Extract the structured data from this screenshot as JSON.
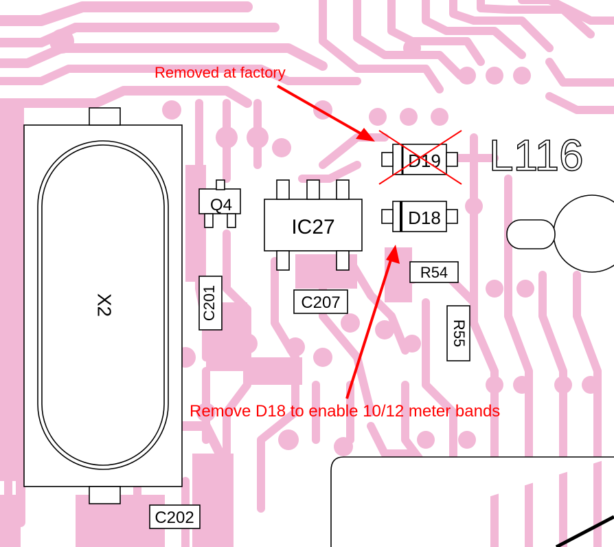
{
  "labels": {
    "x2": "X2",
    "q4": "Q4",
    "ic27": "IC27",
    "d19": "D19",
    "d18": "D18",
    "r54": "R54",
    "r55": "R55",
    "c201": "C201",
    "c207": "C207",
    "c202": "C202",
    "l116": "L116"
  },
  "annotations": {
    "top": "Removed at factory",
    "bottom": "Remove D18 to enable 10/12 meter bands"
  },
  "colors": {
    "trace": "#f2b8d6",
    "pad": "#f2b8d6",
    "silk": "#000000",
    "annotation": "#ff0000",
    "background": "#ffffff"
  }
}
